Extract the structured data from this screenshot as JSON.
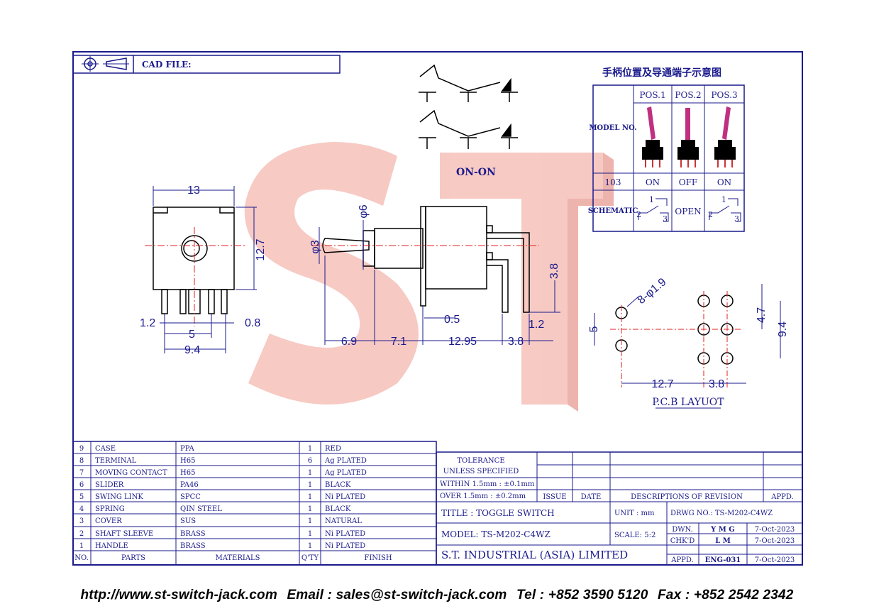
{
  "header": {
    "cad_label": "CAD FILE:"
  },
  "pos_table": {
    "title": "手柄位置及导通端子示意图",
    "model_label": "MODEL NO.",
    "positions": [
      "POS.1",
      "POS.2",
      "POS.3"
    ],
    "model": "103",
    "states": [
      "ON",
      "OFF",
      "ON"
    ],
    "schematic_label": "SCHEMATIC",
    "open_label": "OPEN",
    "terminals": [
      "1",
      "2",
      "3"
    ]
  },
  "drawing": {
    "on_on": "ON-ON",
    "pcb_layout": "P.C.B LAYUOT",
    "dims": {
      "w13": "13",
      "h127": "12.7",
      "d12a": "1.2",
      "d08": "0.8",
      "d5": "5",
      "d94": "9.4",
      "phi6": "φ6",
      "phi3": "φ3",
      "d38v": "3.8",
      "d05": "0.5",
      "d12b": "1.2",
      "d69": "6.9",
      "d71": "7.1",
      "d1295": "12.95",
      "d38h": "3.8",
      "holes": "8-φ1.9",
      "p5": "5",
      "p47": "4.7",
      "p94": "9.4",
      "p127": "12.7",
      "p38": "3.8"
    }
  },
  "bom": {
    "rows": [
      {
        "no": "9",
        "part": "CASE",
        "material": "PPA",
        "qty": "1",
        "finish": "RED"
      },
      {
        "no": "8",
        "part": "TERMINAL",
        "material": "H65",
        "qty": "6",
        "finish": "Ag PLATED"
      },
      {
        "no": "7",
        "part": "MOVING CONTACT",
        "material": "H65",
        "qty": "1",
        "finish": "Ag PLATED"
      },
      {
        "no": "6",
        "part": "SLIDER",
        "material": "PA46",
        "qty": "1",
        "finish": "BLACK"
      },
      {
        "no": "5",
        "part": "SWING LINK",
        "material": "SPCC",
        "qty": "1",
        "finish": "Ni PLATED"
      },
      {
        "no": "4",
        "part": "SPRING",
        "material": "QIN STEEL",
        "qty": "1",
        "finish": "BLACK"
      },
      {
        "no": "3",
        "part": "COVER",
        "material": "SUS",
        "qty": "1",
        "finish": "NATURAL"
      },
      {
        "no": "2",
        "part": "SHAFT SLEEVE",
        "material": "BRASS",
        "qty": "1",
        "finish": "Ni PLATED"
      },
      {
        "no": "1",
        "part": "HANDLE",
        "material": "BRASS",
        "qty": "1",
        "finish": "Ni PLATED"
      }
    ],
    "headers": {
      "no": "NO.",
      "parts": "PARTS",
      "materials": "MATERIALS",
      "qty": "Q'TY",
      "finish": "FINISH"
    }
  },
  "title_block": {
    "tol1": "TOLERANCE",
    "tol2": "UNLESS   SPECIFIED",
    "within": "WITHIN  1.5mm : ±0.1mm",
    "over": "OVER    1.5mm : ±0.2mm",
    "issue": "ISSUE",
    "date": "DATE",
    "desc_rev": "DESCRIPTIONS  OF  REVISION",
    "appd_h": "APPD.",
    "title": "TITLE : TOGGLE SWITCH",
    "unit": "UNIT :   mm",
    "drwg": "DRWG NO.: TS-M202-C4WZ",
    "model": "MODEL: TS-M202-C4WZ",
    "scale": "SCALE:   5:2",
    "dwn": "DWN.",
    "dwn_name": "Y M G",
    "dwn_date": "7-Oct-2023",
    "chkd": "CHK'D",
    "chkd_name": "L M",
    "chkd_date": "7-Oct-2023",
    "company": "S.T. INDUSTRIAL (ASIA) LIMITED",
    "appd": "APPD.",
    "appd_name": "ENG-031",
    "appd_date": "7-Oct-2023"
  },
  "footer": {
    "web": "http://www.st-switch-jack.com",
    "email": "Email : sales@st-switch-jack.com",
    "tel": "Tel : +852 3590 5120",
    "fax": "Fax : +852 2542 2342"
  },
  "colors": {
    "line": "#1a1a8c",
    "watermark": "#f4b8b0",
    "center": "#e02020"
  }
}
